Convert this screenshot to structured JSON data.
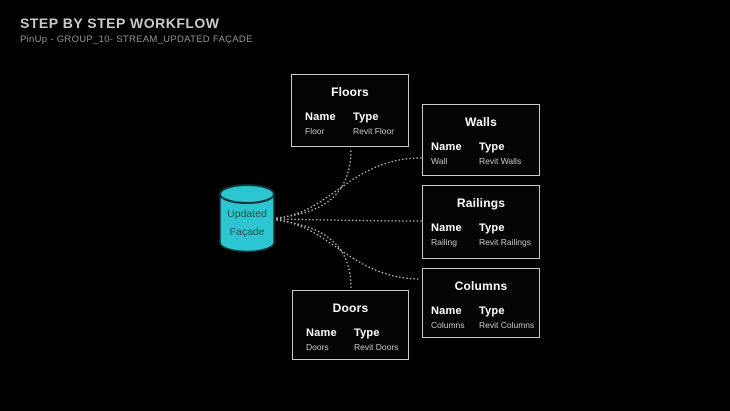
{
  "header": {
    "title": "STEP BY STEP WORKFLOW",
    "subtitle": "PinUp - GROUP_10- STREAM_UPDATED FAÇADE"
  },
  "source_node": {
    "shape": "database-cylinder",
    "label": "Updated Façade",
    "fill_color": "#2cc5d2",
    "outline_color": "#0e3236",
    "label_color": "#2e4a4c"
  },
  "entities": [
    {
      "id": "floors",
      "title": "Floors",
      "headers": {
        "name": "Name",
        "type": "Type"
      },
      "name_value": "Floor",
      "type_value": "Revit Floor"
    },
    {
      "id": "walls",
      "title": "Walls",
      "headers": {
        "name": "Name",
        "type": "Type"
      },
      "name_value": "Wall",
      "type_value": "Revit Walls"
    },
    {
      "id": "railings",
      "title": "Railings",
      "headers": {
        "name": "Name",
        "type": "Type"
      },
      "name_value": "Railing",
      "type_value": "Revit Railings"
    },
    {
      "id": "columns",
      "title": "Columns",
      "headers": {
        "name": "Name",
        "type": "Type"
      },
      "name_value": "Columns",
      "type_value": "Revit Columns"
    },
    {
      "id": "doors",
      "title": "Doors",
      "headers": {
        "name": "Name",
        "type": "Type"
      },
      "name_value": "Doors",
      "type_value": "Revit Doors"
    }
  ],
  "connections": [
    {
      "from": "Updated Façade",
      "to": "Floors",
      "style": "dotted-curve"
    },
    {
      "from": "Updated Façade",
      "to": "Walls",
      "style": "dotted-curve"
    },
    {
      "from": "Updated Façade",
      "to": "Railings",
      "style": "dotted-curve"
    },
    {
      "from": "Updated Façade",
      "to": "Columns",
      "style": "dotted-curve"
    },
    {
      "from": "Updated Façade",
      "to": "Doors",
      "style": "dotted-curve"
    }
  ],
  "colors": {
    "background": "#000000",
    "box_border": "#c9c9c9",
    "box_background": "#050505",
    "connector": "#b8b8b8",
    "title_text": "#c9c9c9",
    "subtitle_text": "#949494",
    "accent_cyan": "#2cc5d2"
  }
}
